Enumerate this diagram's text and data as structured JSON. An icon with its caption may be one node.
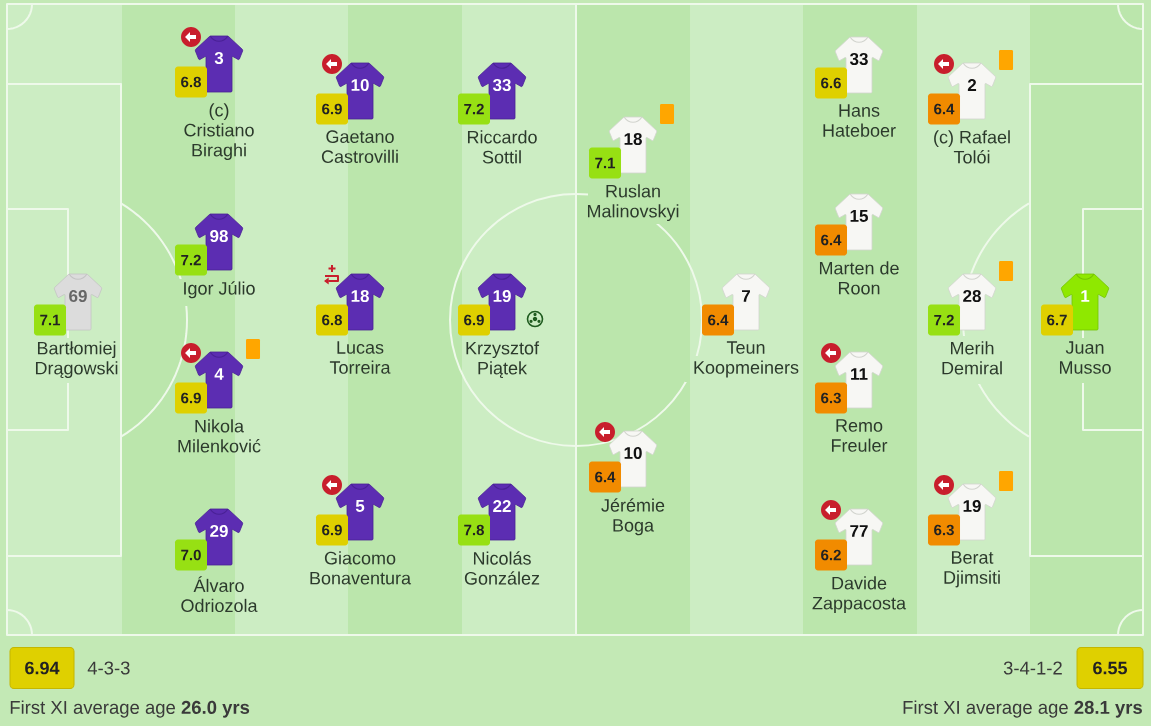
{
  "diagram": {
    "nodes": [
      {
        "text": [
          "69"
        ],
        "beside": [
          "Bartłomiej Drągowski"
        ]
      },
      {
        "text": [
          "7.1"
        ]
      },
      {
        "text": [
          "3"
        ],
        "beside": [
          "(c) Cristiano Biraghi"
        ]
      },
      {
        "text": [
          "6.8"
        ]
      },
      {
        "text": [
          "98"
        ],
        "beside": [
          "Igor Júlio"
        ]
      },
      {
        "text": [
          "7.2"
        ]
      },
      {
        "text": [
          "4"
        ],
        "beside": [
          "Nikola Milenković"
        ]
      },
      {
        "text": [
          "6.9"
        ]
      },
      {
        "text": [
          "29"
        ],
        "beside": [
          "Álvaro Odriozola"
        ]
      },
      {
        "text": [
          "7.0"
        ]
      },
      {
        "text": [
          "10"
        ],
        "beside": [
          "Gaetano Castrovilli"
        ]
      },
      {
        "text": [
          "6.9"
        ]
      },
      {
        "text": [
          "18"
        ],
        "beside": [
          "Lucas Torreira"
        ]
      },
      {
        "text": [
          "6.8"
        ]
      },
      {
        "text": [
          "5"
        ],
        "beside": [
          "Giacomo Bonaventura"
        ]
      },
      {
        "text": [
          "6.9"
        ]
      },
      {
        "text": [
          "33"
        ],
        "beside": [
          "Riccardo Sottil"
        ]
      },
      {
        "text": [
          "7.2"
        ]
      },
      {
        "text": [
          "19"
        ],
        "beside": [
          "Krzysztof Piątek"
        ]
      },
      {
        "text": [
          "6.9"
        ]
      },
      {
        "text": [
          "22"
        ],
        "beside": [
          "Nicolás González"
        ]
      },
      {
        "text": [
          "7.8"
        ]
      },
      {
        "text": [
          "18"
        ],
        "beside": [
          "Ruslan Malinovskyi"
        ]
      },
      {
        "text": [
          "7.1"
        ]
      },
      {
        "text": [
          "10"
        ],
        "beside": [
          "Jérémie Boga"
        ]
      },
      {
        "text": [
          "6.4"
        ]
      },
      {
        "text": [
          "7"
        ],
        "beside": [
          "Teun Koopmeiners"
        ]
      },
      {
        "text": [
          "6.4"
        ]
      },
      {
        "text": [
          "33"
        ],
        "beside": [
          "Hans Hateboer"
        ]
      },
      {
        "text": [
          "6.6"
        ]
      },
      {
        "text": [
          "15"
        ],
        "beside": [
          "Marten de Roon"
        ]
      },
      {
        "text": [
          "6.4"
        ]
      },
      {
        "text": [
          "11"
        ],
        "beside": [
          "Remo Freuler"
        ]
      },
      {
        "text": [
          "6.3"
        ]
      },
      {
        "text": [
          "77"
        ],
        "beside": [
          "Davide Zappacosta"
        ]
      },
      {
        "text": [
          "6.2"
        ]
      },
      {
        "text": [
          "2"
        ],
        "beside": [
          "(c) Rafael Tolói"
        ]
      },
      {
        "text": [
          "6.4"
        ]
      },
      {
        "text": [
          "28"
        ],
        "beside": [
          "Merih Demiral"
        ]
      },
      {
        "text": [
          "7.2"
        ]
      },
      {
        "text": [
          "19"
        ],
        "beside": [
          "Berat Djimsiti"
        ]
      },
      {
        "text": [
          "6.3"
        ]
      },
      {
        "text": [
          "1"
        ],
        "beside": [
          "Juan Musso"
        ]
      },
      {
        "text": [
          "6.7"
        ]
      },
      {
        "text": [
          "6.94"
        ],
        "beside": [
          "4-3-3"
        ]
      },
      {
        "text": [
          "6.55"
        ],
        "beside": [
          "3-4-1-2"
        ]
      }
    ],
    "labels": [
      "First XI average age **26.0 yrs**",
      "First XI average age **28.1 yrs**"
    ]
  }
}
